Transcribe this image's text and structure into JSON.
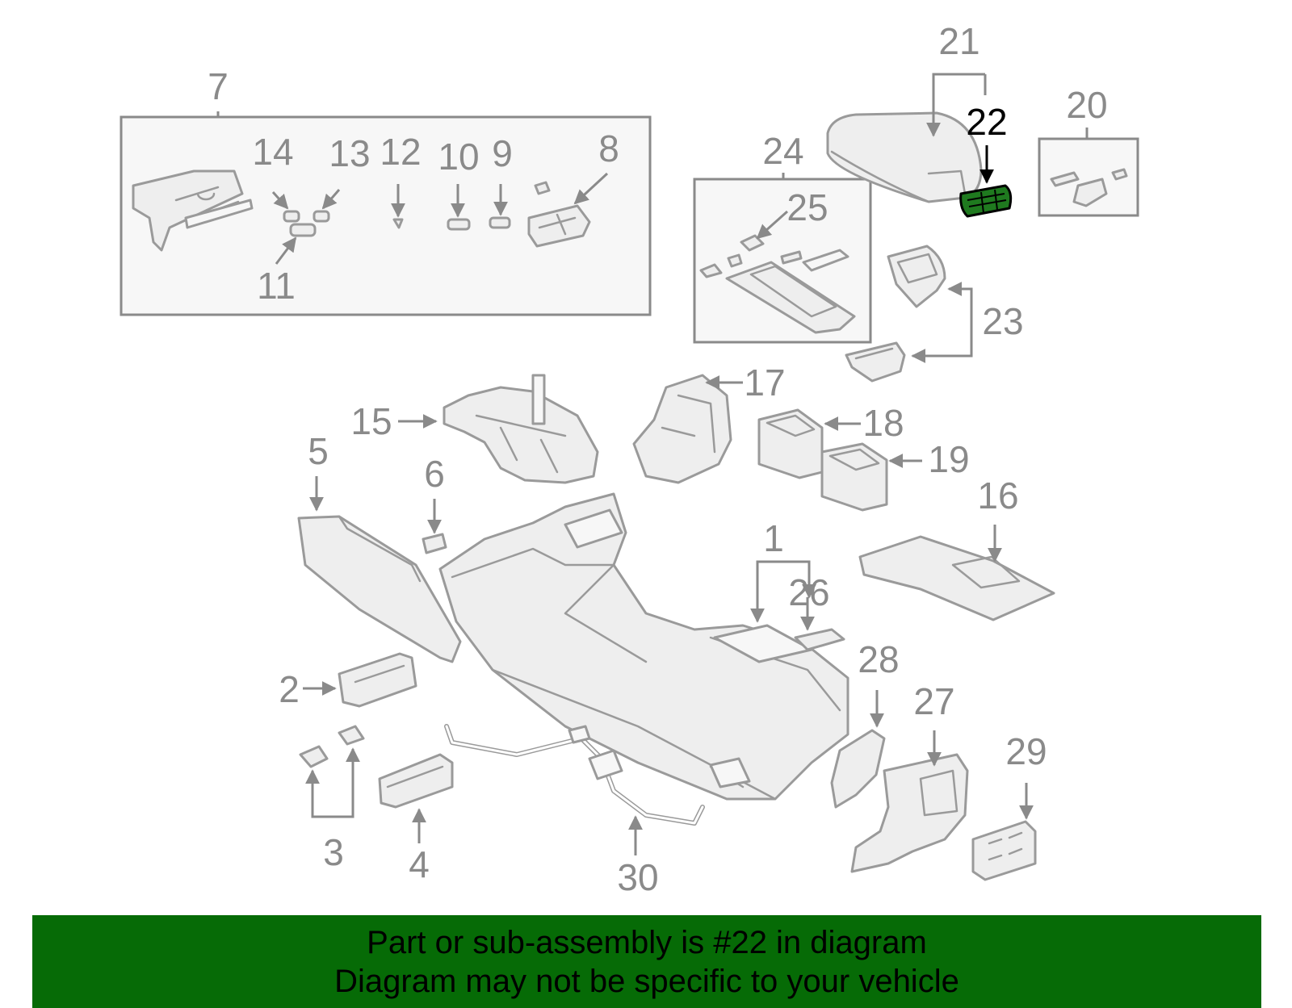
{
  "diagram": {
    "callouts": [
      "1",
      "2",
      "3",
      "4",
      "5",
      "6",
      "7",
      "8",
      "9",
      "10",
      "11",
      "12",
      "13",
      "14",
      "15",
      "16",
      "17",
      "18",
      "19",
      "20",
      "21",
      "22",
      "23",
      "24",
      "25",
      "26",
      "27",
      "28",
      "29",
      "30"
    ],
    "highlighted_callout": "22",
    "colors": {
      "line": "#9a9a9a",
      "label": "#8a8a8a",
      "highlight_fill": "#1f7a1f",
      "highlight_text": "#000000"
    }
  },
  "banner": {
    "line1": "Part or sub-assembly is #22 in diagram",
    "line2": "Diagram may not be specific to your vehicle",
    "background": "#066b06"
  }
}
